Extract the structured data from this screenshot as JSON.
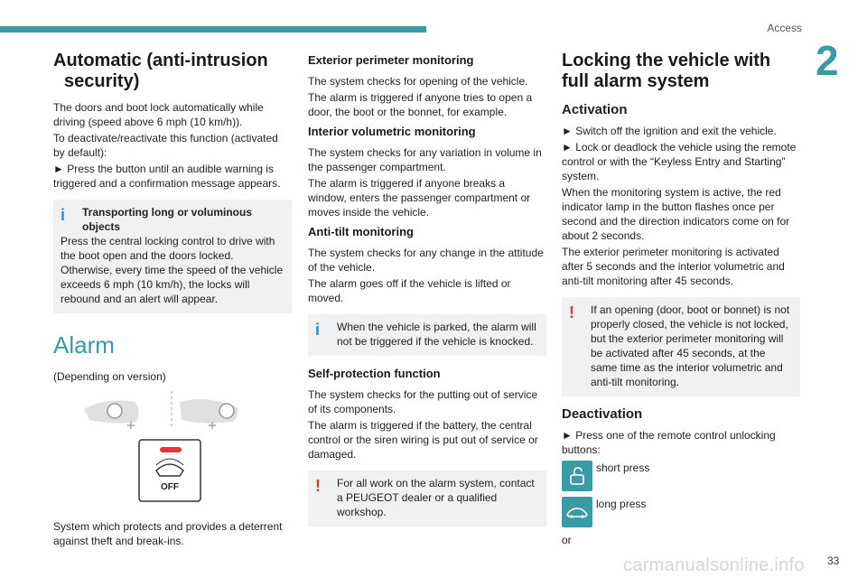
{
  "header": {
    "section": "Access",
    "chapter": "2"
  },
  "footer": {
    "page": "33",
    "watermark": "carmanualsonline.info"
  },
  "col1": {
    "title_line1": "Automatic (anti-intrusion",
    "title_line2": "security)",
    "para1": "The doors and boot lock automatically while driving (speed above 6 mph (10 km/h)).",
    "para2": "To deactivate/reactivate this function (activated by default):",
    "para3": "► Press the button until an audible warning is triggered and a confirmation message appears.",
    "note_title": "Transporting long or voluminous objects",
    "note_body": "Press the central locking control to drive with the boot open and the doors locked. Otherwise, every time the speed of the vehicle exceeds 6 mph (10 km/h), the locks will rebound and an alert will appear.",
    "alarm_heading": "Alarm",
    "alarm_version": "(Depending on version)",
    "button_text": "OFF",
    "alarm_desc": "System which protects and provides a deterrent against theft and break-ins."
  },
  "col2": {
    "ext_heading": "Exterior perimeter monitoring",
    "ext_p1": "The system checks for opening of the vehicle.",
    "ext_p2": "The alarm is triggered if anyone tries to open a door, the boot or the bonnet, for example.",
    "int_heading": "Interior volumetric monitoring",
    "int_p1": "The system checks for any variation in volume in the passenger compartment.",
    "int_p2": "The alarm is triggered if anyone breaks a window, enters the passenger compartment or moves inside the vehicle.",
    "tilt_heading": "Anti-tilt monitoring",
    "tilt_p1": "The system checks for any change in the attitude of the vehicle.",
    "tilt_p2": "The alarm goes off if the vehicle is lifted or moved.",
    "note1": "When the vehicle is parked, the alarm will not be triggered if the vehicle is knocked.",
    "self_heading": "Self-protection function",
    "self_p1": "The system checks for the putting out of service of its components.",
    "self_p2": "The alarm is triggered if the battery, the central control or the siren wiring is put out of service or damaged.",
    "note2": "For all work on the alarm system, contact a PEUGEOT dealer or a qualified workshop."
  },
  "col3": {
    "title": "Locking the vehicle with full alarm system",
    "act_heading": "Activation",
    "act_p1": "► Switch off the ignition and exit the vehicle.",
    "act_p2": "► Lock or deadlock the vehicle using the remote control or with the “Keyless Entry and Starting” system.",
    "act_p3": "When the monitoring system is active, the red indicator lamp in the button flashes once per second and the direction indicators come on for about 2 seconds.",
    "act_p4": "The exterior perimeter monitoring is activated after 5 seconds and the interior volumetric and anti-tilt monitoring after 45 seconds.",
    "warn_note": "If an opening (door, boot or bonnet) is not properly closed, the vehicle is not locked, but the exterior perimeter monitoring will be activated after 45 seconds, at the same time as the interior volumetric and anti-tilt monitoring.",
    "deact_heading": "Deactivation",
    "deact_p1": "► Press one of the remote control unlocking buttons:",
    "short_press": "short press",
    "long_press": "long press",
    "or": "or"
  },
  "colors": {
    "accent": "#3a9aa6",
    "info": "#2b8fd4",
    "warn": "#e53438",
    "note_bg": "#f0f1f2"
  }
}
